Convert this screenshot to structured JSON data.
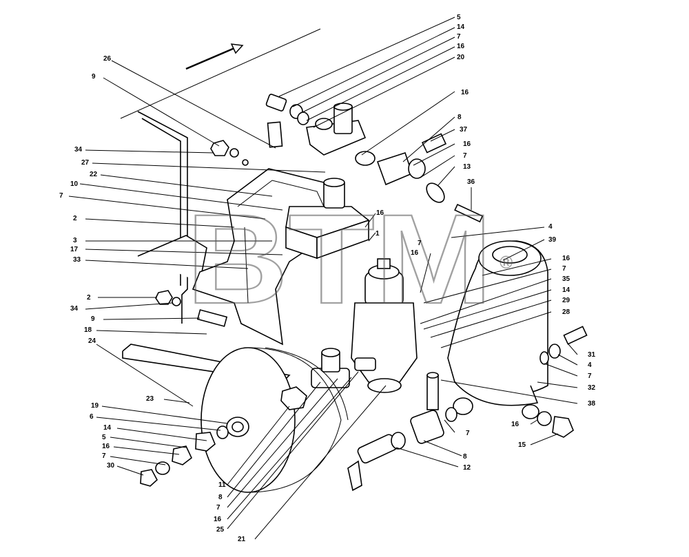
{
  "watermark": {
    "text": "BTM",
    "mark": "®"
  },
  "labels_left": [
    "26",
    "9",
    "34",
    "27",
    "22",
    "10",
    "7",
    "2",
    "3",
    "17",
    "33",
    "2",
    "34",
    "9",
    "18",
    "24",
    "23",
    "19",
    "6",
    "14",
    "5",
    "16",
    "7",
    "30"
  ],
  "labels_right_top": [
    "5",
    "14",
    "7",
    "16",
    "20",
    "16",
    "8",
    "37",
    "16",
    "7",
    "13",
    "36"
  ],
  "labels_right_mid": [
    "4",
    "39",
    "16",
    "7",
    "35",
    "14",
    "29",
    "28",
    "31",
    "4",
    "7",
    "32",
    "38",
    "16",
    "15"
  ],
  "labels_bottom": [
    "11",
    "8",
    "7",
    "16",
    "25",
    "21"
  ],
  "labels_inner": [
    "16",
    "1",
    "7",
    "16",
    "7",
    "8",
    "12"
  ]
}
